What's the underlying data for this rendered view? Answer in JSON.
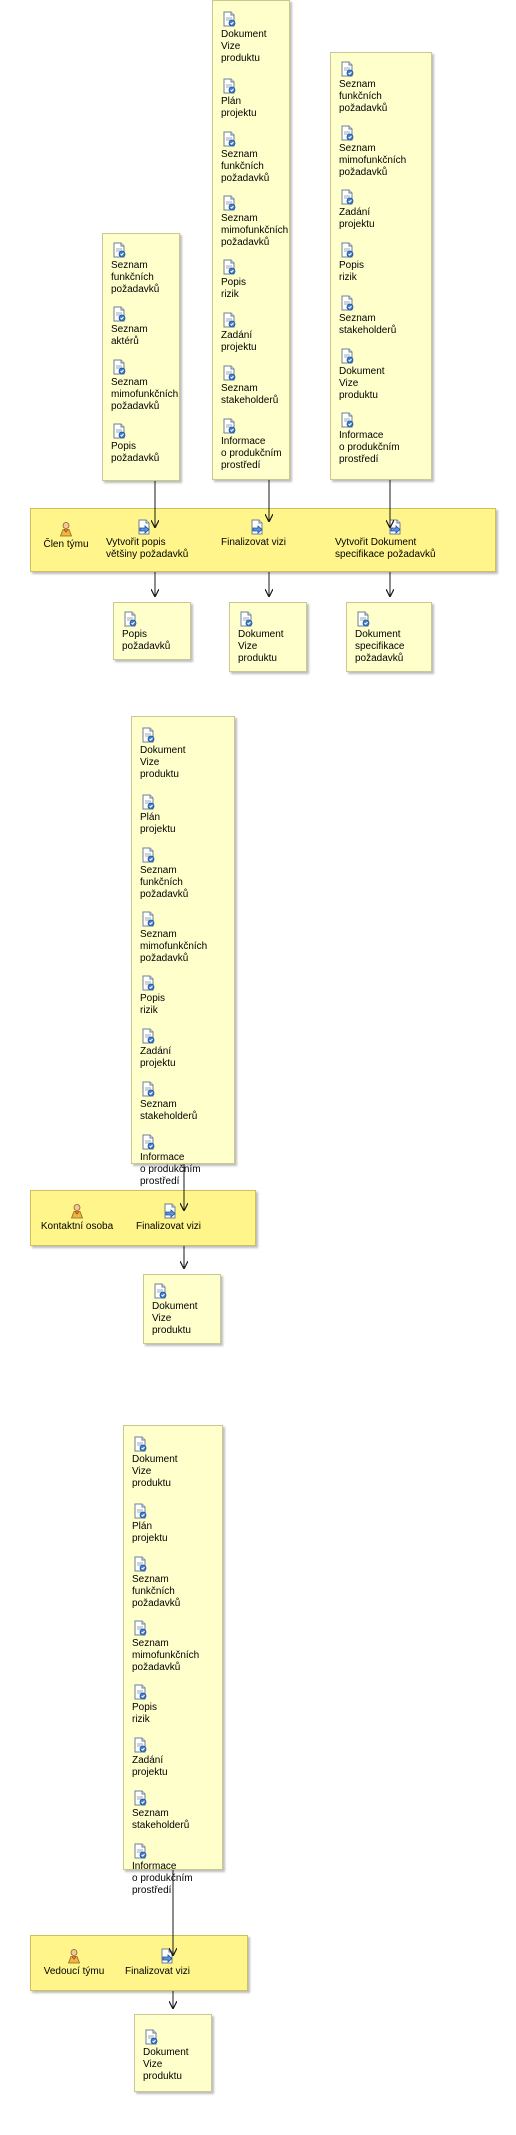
{
  "diagrams": [
    {
      "role": "Člen týmu",
      "tasks": [
        {
          "name": "Vytvořit popis\nvětšiny požadavků",
          "inputs": [
            "Seznam\nfunkčních\npožadavků",
            "Seznam\naktérů",
            "Seznam\nmimofunkčních\npožadavků",
            "Popis\npožadavků"
          ],
          "outputs": [
            "Popis\npožadavků"
          ]
        },
        {
          "name": "Finalizovat vizi",
          "inputs": [
            "Dokument\nVize\nproduktu",
            "Plán\nprojektu",
            "Seznam\nfunkčních\npožadavků",
            "Seznam\nmimofunkčních\npožadavků",
            "Popis\nrizik",
            "Zadání\nprojektu",
            "Seznam\nstakeholderů",
            "Informace\no produkčním\nprostředí"
          ],
          "outputs": [
            "Dokument\nVize\nproduktu"
          ]
        },
        {
          "name": "Vytvořit Dokument\nspecifikace požadavků",
          "inputs": [
            "Seznam\nfunkčních\npožadavků",
            "Seznam\nmimofunkčních\npožadavků",
            "Zadání\nprojektu",
            "Popis\nrizik",
            "Seznam\nstakeholderů",
            "Dokument\nVize\nproduktu",
            "Informace\no produkčním\nprostředí"
          ],
          "outputs": [
            "Dokument\nspecifikace\npožadavků"
          ]
        }
      ]
    },
    {
      "role": "Kontaktní osoba",
      "tasks": [
        {
          "name": "Finalizovat vizi",
          "inputs": [
            "Dokument\nVize\nproduktu",
            "Plán\nprojektu",
            "Seznam\nfunkčních\npožadavků",
            "Seznam\nmimofunkčních\npožadavků",
            "Popis\nrizik",
            "Zadání\nprojektu",
            "Seznam\nstakeholderů",
            "Informace\no produkčním\nprostředí"
          ],
          "outputs": [
            "Dokument\nVize\nproduktu"
          ]
        }
      ]
    },
    {
      "role": "Vedoucí týmu",
      "tasks": [
        {
          "name": "Finalizovat vizi",
          "inputs": [
            "Dokument\nVize\nproduktu",
            "Plán\nprojektu",
            "Seznam\nfunkčních\npožadavků",
            "Seznam\nmimofunkčních\npožadavků",
            "Popis\nrizik",
            "Zadání\nprojektu",
            "Seznam\nstakeholderů",
            "Informace\no produkčním\nprostředí"
          ],
          "outputs": [
            "Dokument\nVize\nproduktu"
          ]
        }
      ]
    }
  ]
}
